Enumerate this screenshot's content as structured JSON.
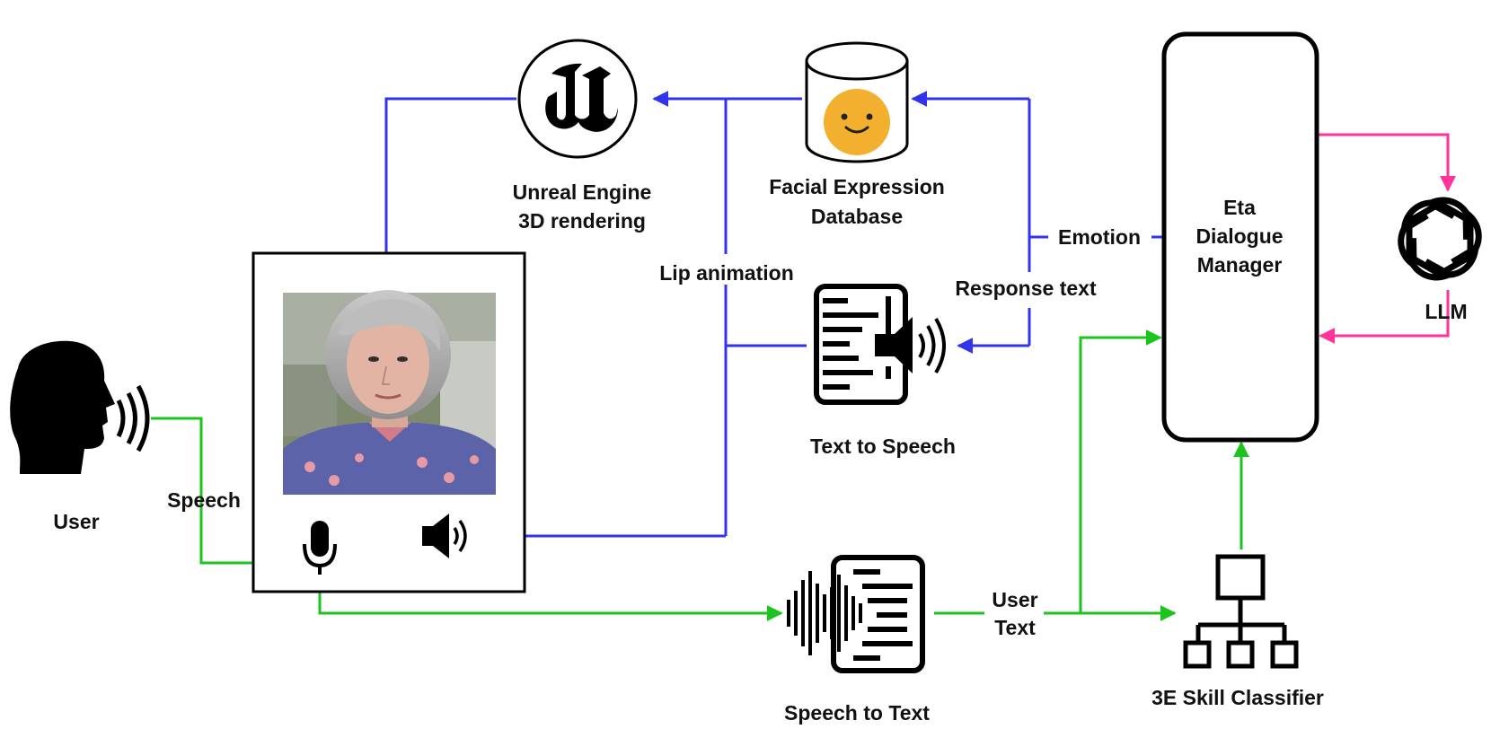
{
  "labels": {
    "unreal_line1": "Unreal Engine",
    "unreal_line2": "3D rendering",
    "facial_line1": "Facial Expression",
    "facial_line2": "Database",
    "lip_animation": "Lip animation",
    "response_text": "Response text",
    "emotion": "Emotion",
    "text_to_speech": "Text to Speech",
    "user": "User",
    "speech": "Speech",
    "speech_to_text": "Speech to Text",
    "user_text_line1": "User",
    "user_text_line2": "Text",
    "eta_line1": "Eta",
    "eta_line2": "Dialogue",
    "eta_line3": "Manager",
    "llm": "LLM",
    "skill_classifier": "3E Skill Classifier"
  },
  "colors": {
    "blue": "#3333ee",
    "green": "#1ec41e",
    "pink": "#ff3399",
    "face": "#f2b02e"
  },
  "icons": [
    "unreal-engine-icon",
    "database-icon",
    "smiley-icon",
    "text-to-speech-icon",
    "speaker-icon",
    "user-head-icon",
    "microphone-icon",
    "speech-to-text-icon",
    "llm-icon",
    "hierarchy-icon"
  ]
}
